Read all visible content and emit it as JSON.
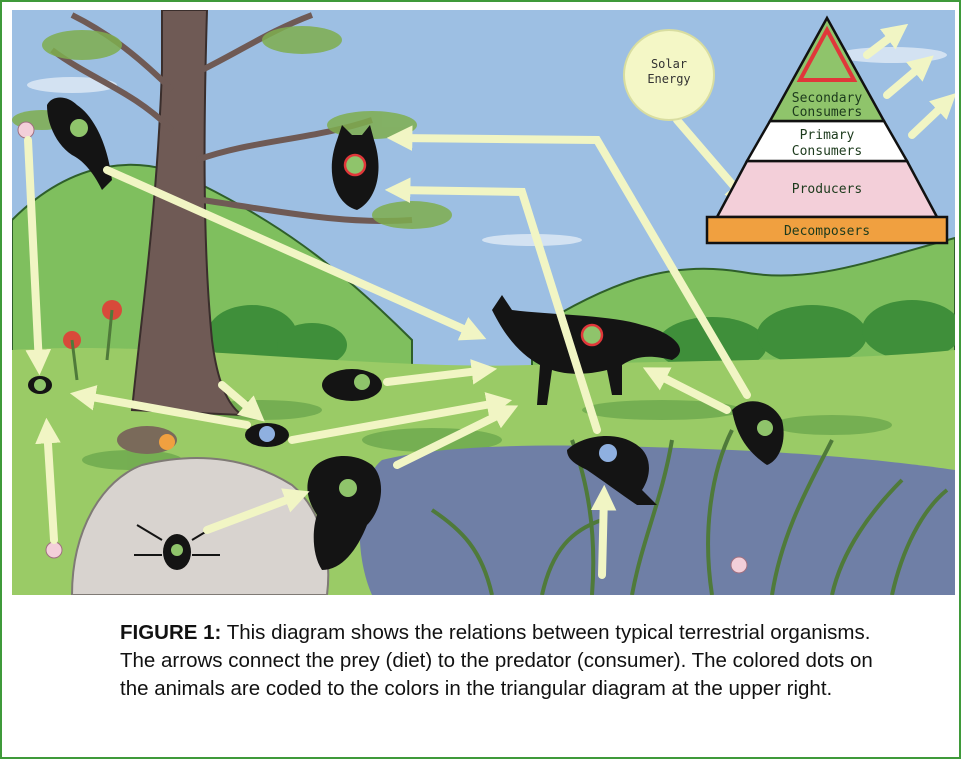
{
  "diagram": {
    "solar_label_line1": "Solar",
    "solar_label_line2": "Energy",
    "pyramid": {
      "secondary_line1": "Secondary",
      "secondary_line2": "Consumers",
      "primary_line1": "Primary",
      "primary_line2": "Consumers",
      "producers": "Producers",
      "decomposers": "Decomposers"
    },
    "colors": {
      "sky": "#9dbfe3",
      "apex": "#e0373a",
      "secondary": "#8fc46b",
      "primary": "#ffffff",
      "producers": "#f3cfd9",
      "decomposers": "#f0a040",
      "arrow": "#f1f5c4",
      "frame": "#3f9a3a"
    }
  },
  "caption": {
    "label": "FIGURE 1:",
    "text": " This diagram shows the relations between typical terrestrial organisms. The arrows connect the prey (diet) to the predator (consumer). The colored dots on the animals are coded to the colors in the triangular diagram at the upper right."
  }
}
